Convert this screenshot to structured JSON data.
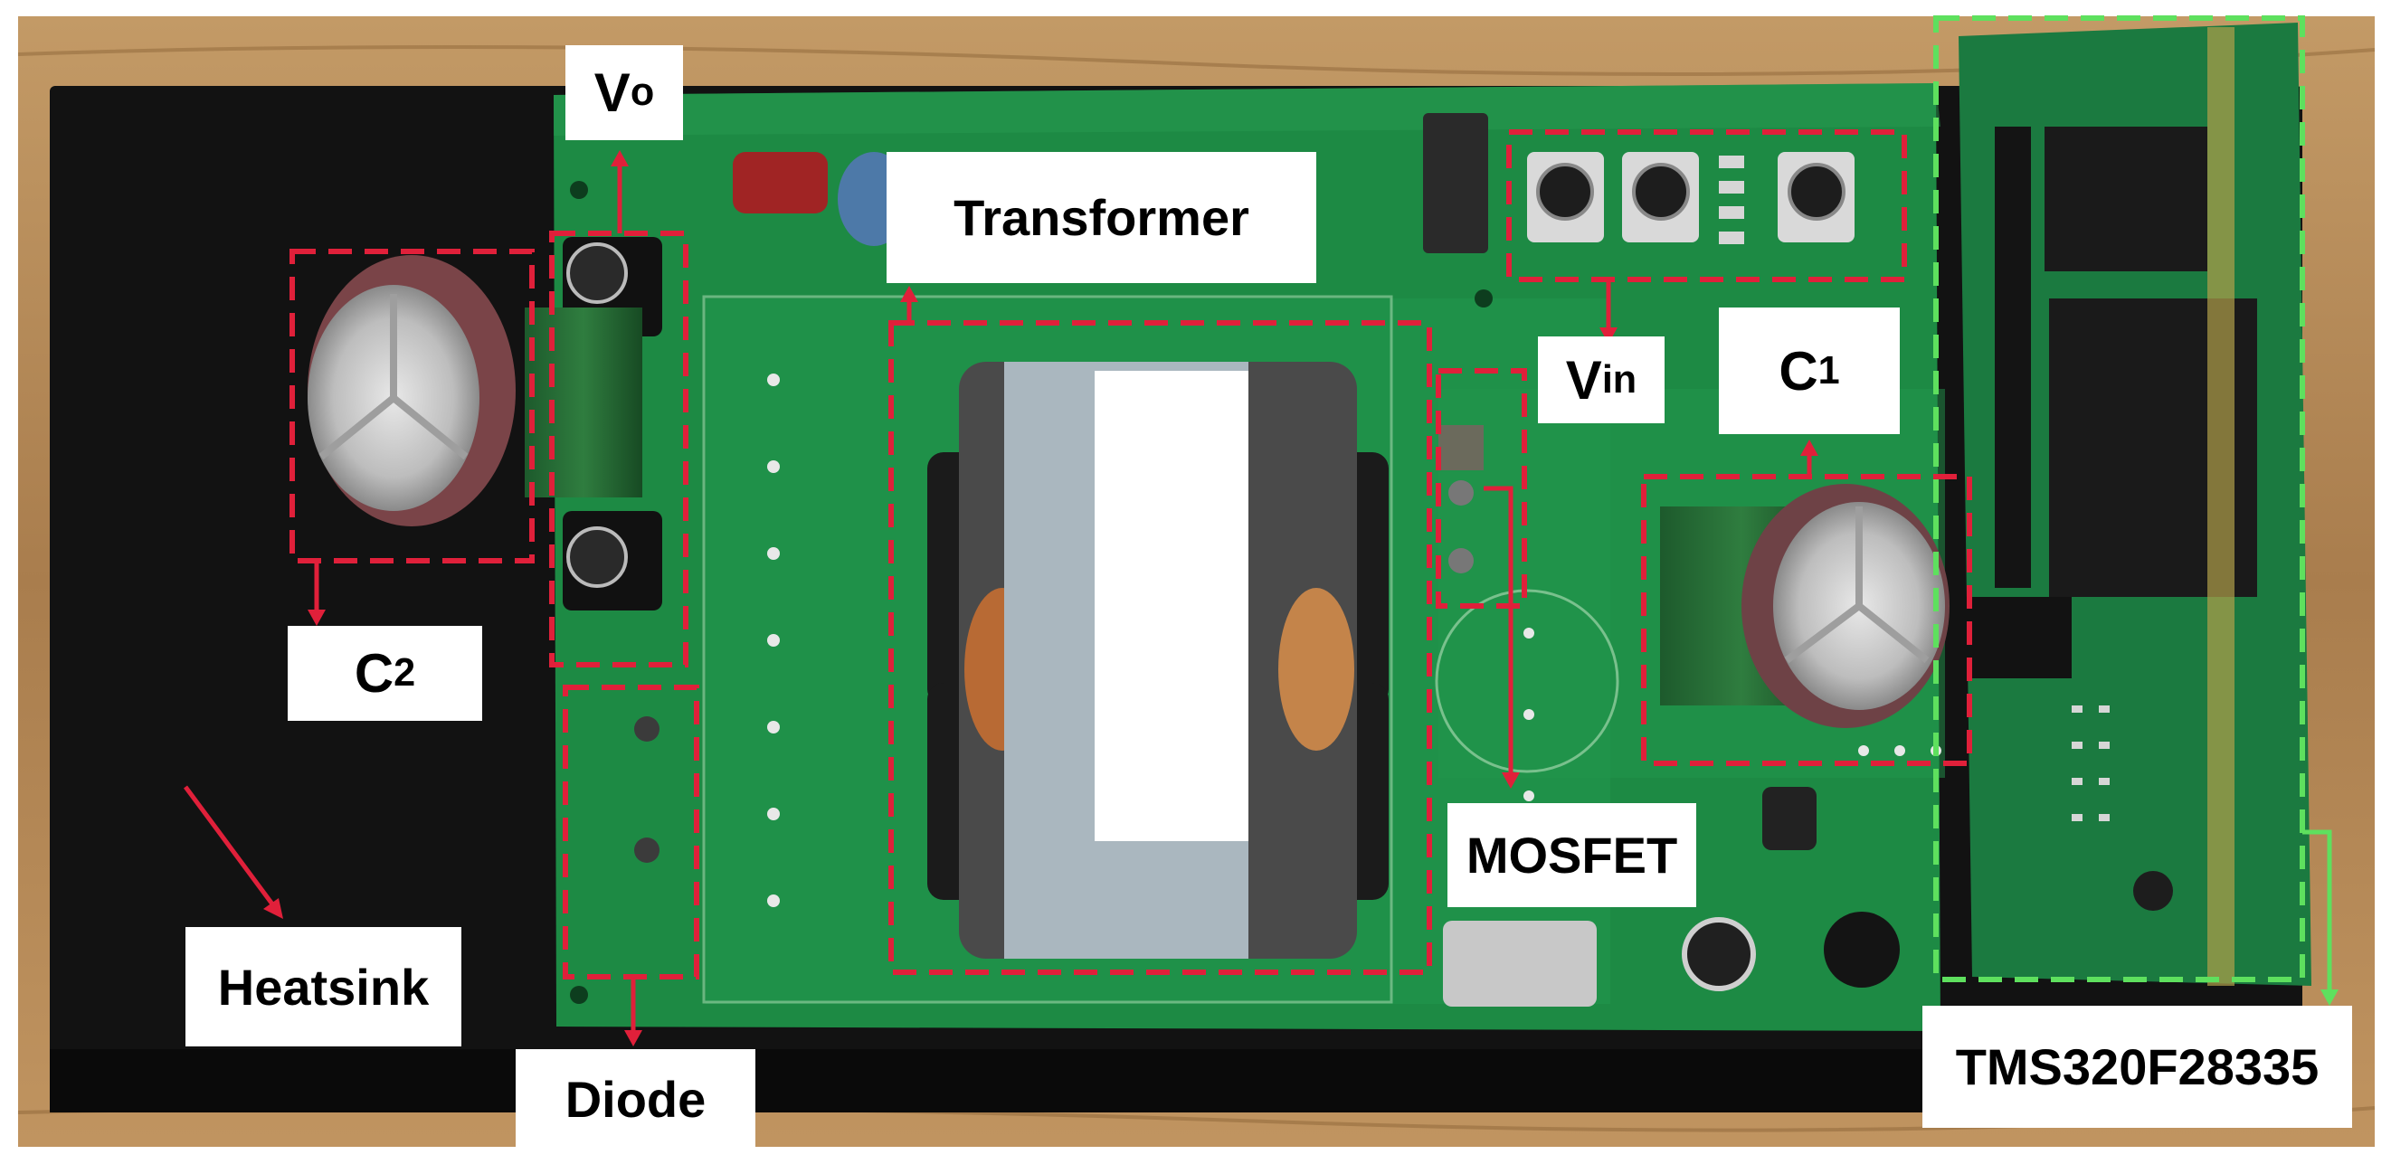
{
  "labels": {
    "vo": {
      "main": "V",
      "sub": "o"
    },
    "transformer": "Transformer",
    "vin": {
      "main": "V",
      "sub": "in"
    },
    "c1": {
      "main": "C",
      "sub": "1"
    },
    "c2": {
      "main": "C",
      "sub": "2"
    },
    "mosfet": "MOSFET",
    "heatsink": "Heatsink",
    "diode": "Diode",
    "tms": "TMS320F28335"
  },
  "colors": {
    "box_outline": "#e0203a",
    "mcu_outline": "#5ee05e",
    "pcb": "#1f8a45",
    "heatsink": "#111111",
    "wood": "#b98c5a"
  }
}
